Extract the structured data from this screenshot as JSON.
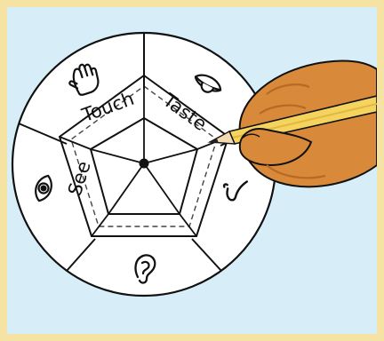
{
  "colors": {
    "background": "#d7eef9",
    "frame": "#f5e3a3",
    "wheel": "#ffffff",
    "ink": "#111111",
    "skin": "#d8893a",
    "skin_shadow": "#b86a25",
    "pencil": "#f4d35e"
  },
  "wheel": {
    "labels": [
      "Touch",
      "Taste",
      "See"
    ],
    "icons": [
      "hand-icon",
      "mouth-icon",
      "eye-icon",
      "nose-icon",
      "ear-icon"
    ]
  }
}
